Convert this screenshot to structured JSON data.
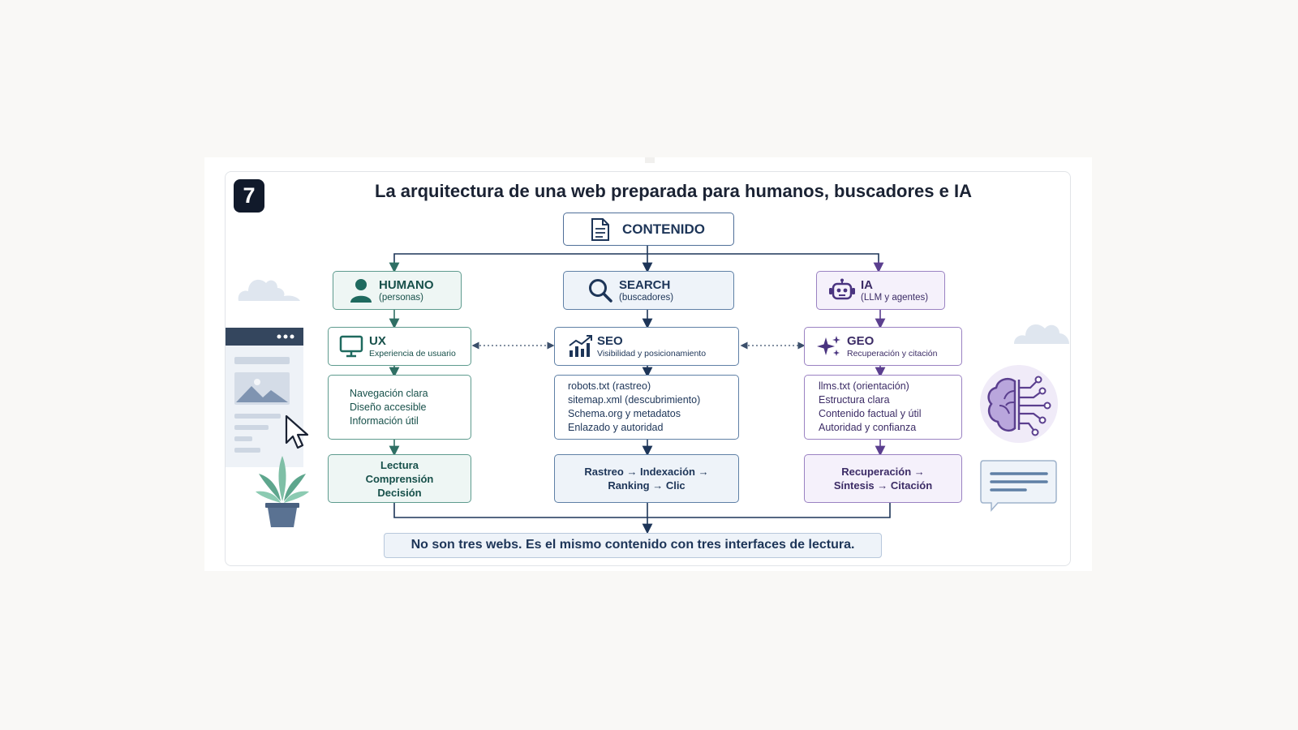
{
  "badge": "7",
  "title": "La arquitectura de una web preparada para humanos, buscadores e IA",
  "root": {
    "label": "CONTENIDO",
    "icon": "document-icon"
  },
  "columns": [
    {
      "id": "humano",
      "color": "#5e9b8e",
      "header": {
        "title": "HUMANO",
        "subtitle": "(personas)",
        "icon": "person-icon"
      },
      "discipline": {
        "title": "UX",
        "subtitle": "Experiencia de usuario",
        "icon": "monitor-icon"
      },
      "items": [
        "Navegación clara",
        "Diseño accesible",
        "Información útil"
      ],
      "process": [
        "Lectura",
        "Comprensión",
        "Decisión"
      ]
    },
    {
      "id": "search",
      "color": "#5f80a6",
      "header": {
        "title": "SEARCH",
        "subtitle": "(buscadores)",
        "icon": "search-icon"
      },
      "discipline": {
        "title": "SEO",
        "subtitle": "Visibilidad y posicionamiento",
        "icon": "bar-chart-icon"
      },
      "items": [
        "robots.txt (rastreo)",
        "sitemap.xml (descubrimiento)",
        "Schema.org y metadatos",
        "Enlazado y autoridad"
      ],
      "process": [
        "Rastreo → Indexación →",
        "Ranking → Clic"
      ]
    },
    {
      "id": "ia",
      "color": "#9a82c2",
      "header": {
        "title": "IA",
        "subtitle": "(LLM y agentes)",
        "icon": "robot-icon"
      },
      "discipline": {
        "title": "GEO",
        "subtitle": "Recuperación y citación",
        "icon": "sparkle-icon"
      },
      "items": [
        "llms.txt (orientación)",
        "Estructura clara",
        "Contenido factual y útil",
        "Autoridad y confianza"
      ],
      "process": [
        "Recuperación →",
        "Síntesis → Citación"
      ]
    }
  ],
  "footer": "No son tres webs. Es el mismo contenido con tres interfaces de lectura."
}
